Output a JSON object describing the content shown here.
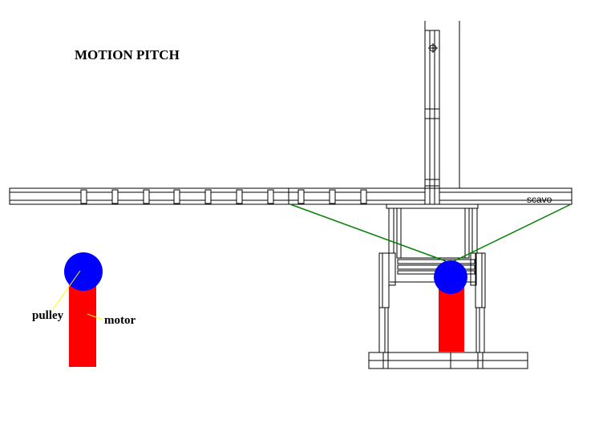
{
  "title": "MOTION PITCH",
  "labels": {
    "pulley": "pulley",
    "motor": "motor",
    "brand": "scavo"
  },
  "colors": {
    "motor": "#ff0000",
    "pulley": "#0000ff",
    "belt": "#008000",
    "leader": "#ffff00",
    "line": "#000000"
  }
}
